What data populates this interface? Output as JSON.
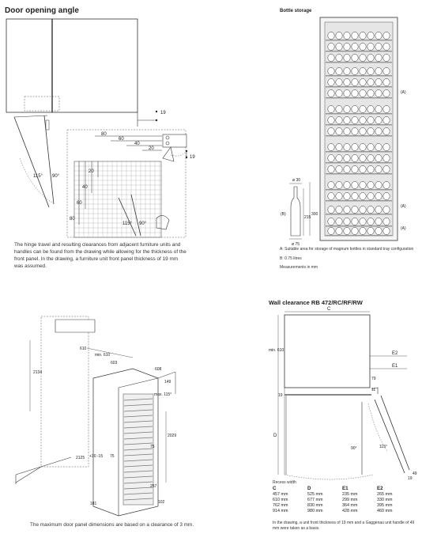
{
  "door_opening": {
    "title": "Door opening angle",
    "caption": "The hinge travel and resulting clearances from adjacent furniture units and handles can be found from the drawing while allowing for the thickness of the front panel. In the drawing, a furniture unit front panel thickness of 19 mm was assumed.",
    "dims": {
      "d19a": "19",
      "d19b": "19",
      "d80a": "80",
      "d60a": "60",
      "d40a": "40",
      "d20a": "20",
      "d20b": "20",
      "d40b": "40",
      "d60b": "60",
      "d80b": "80",
      "a115a": "115°",
      "a90a": "90°",
      "a115b": "115°",
      "a90b": "90°"
    }
  },
  "bottle_storage": {
    "title": "Bottle storage",
    "marker_a": "(A)",
    "marker_b": "(B)",
    "dims": {
      "d30": "ø 30",
      "d215": "215",
      "d300": "300",
      "d75": "ø 75"
    },
    "notes": [
      "A: Suitable area for storage of magnum bottles in standard tray configuration",
      "B: 0.75 litres",
      "Measurements in mm"
    ]
  },
  "installation": {
    "dims": {
      "d610a": "610",
      "d610b": "min.\n610",
      "d603": "603",
      "d608": "608",
      "d2134": "2134",
      "d149": "149",
      "dmax": "max.\n115°",
      "d2029": "2029",
      "d2125": "2125",
      "dtol": "+30\n-15",
      "d75a": "75",
      "d75b": "75",
      "d257": "257",
      "d181": "181",
      "d102": "102"
    },
    "caption": "The maximum door panel dimensions are based on a clearance of 3 mm."
  },
  "wall_clearance": {
    "title": "Wall clearance RB 472/RC/RF/RW",
    "dims": {
      "c": "C",
      "d": "D",
      "e1": "E1",
      "e2": "E2",
      "min610": "min. 610",
      "d79": "79",
      "d11": "11",
      "d19a": "19",
      "d19b": "19",
      "d49": "49",
      "a90": "90°",
      "a115": "115°"
    },
    "recess_label": "Recess width",
    "columns": [
      "C",
      "D",
      "E1",
      "E2"
    ],
    "rows": [
      [
        "457 mm",
        "525 mm",
        "235 mm",
        "265 mm"
      ],
      [
        "610 mm",
        "677 mm",
        "299 mm",
        "330 mm"
      ],
      [
        "762 mm",
        "830 mm",
        "364 mm",
        "395 mm"
      ],
      [
        "914 mm",
        "980 mm",
        "428 mm",
        "460 mm"
      ]
    ],
    "caption": "In the drawing, a unit front thickness of 19 mm and a Gaggenau unit handle of 49 mm were taken as a basis."
  }
}
